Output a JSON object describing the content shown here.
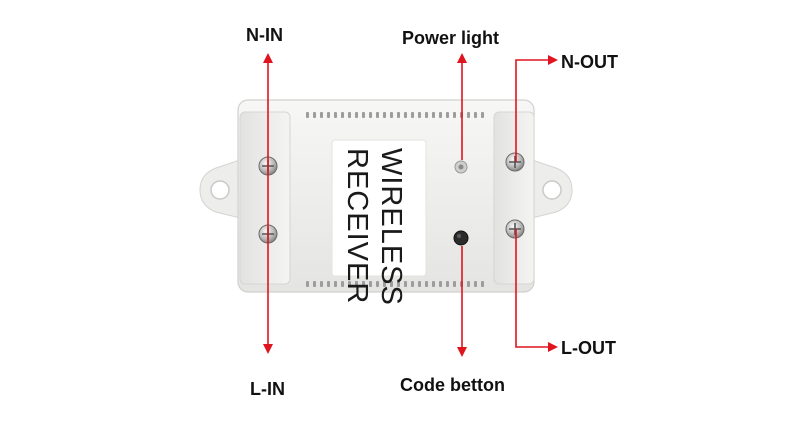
{
  "labels": {
    "n_in": "N-IN",
    "power_light": "Power light",
    "n_out": "N-OUT",
    "l_out": "L-OUT",
    "l_in": "L-IN",
    "code_button": "Code betton"
  },
  "device": {
    "line1": "WIRELESS",
    "line2": "RECEIVER"
  },
  "colors": {
    "arrow": "#e0141e",
    "housing": "#f2f2f0",
    "text": "#111111"
  },
  "icons": [
    "screw-icon",
    "arrow-icon"
  ]
}
